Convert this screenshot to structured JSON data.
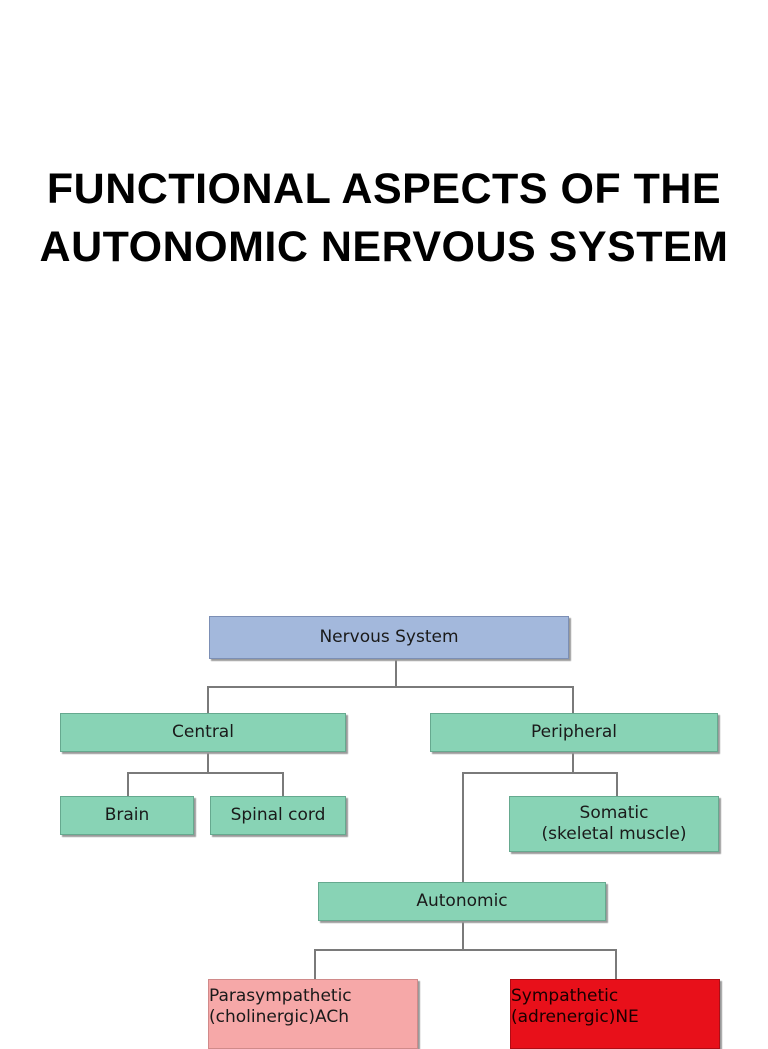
{
  "title": {
    "line1": "FUNCTIONAL ASPECTS OF THE",
    "line2": "AUTONOMIC NERVOUS SYSTEM"
  },
  "diagram": {
    "nervous_system": "Nervous System",
    "central": "Central",
    "peripheral": "Peripheral",
    "brain": "Brain",
    "spinal_cord": "Spinal cord",
    "somatic": {
      "line1": "Somatic",
      "line2": "(skeletal muscle)"
    },
    "autonomic": "Autonomic",
    "parasympathetic": {
      "line1": "Parasympathetic",
      "line2": "(cholinergic)ACh"
    },
    "sympathetic": {
      "line1": "Sympathetic",
      "line2": "(adrenergic)NE"
    }
  },
  "colors": {
    "root_fill": "#a3b8dc",
    "node_fill": "#88d3b5",
    "parasympathetic_fill": "#f6a8a8",
    "sympathetic_fill": "#e8101a",
    "connector": "#7a7a7a"
  }
}
